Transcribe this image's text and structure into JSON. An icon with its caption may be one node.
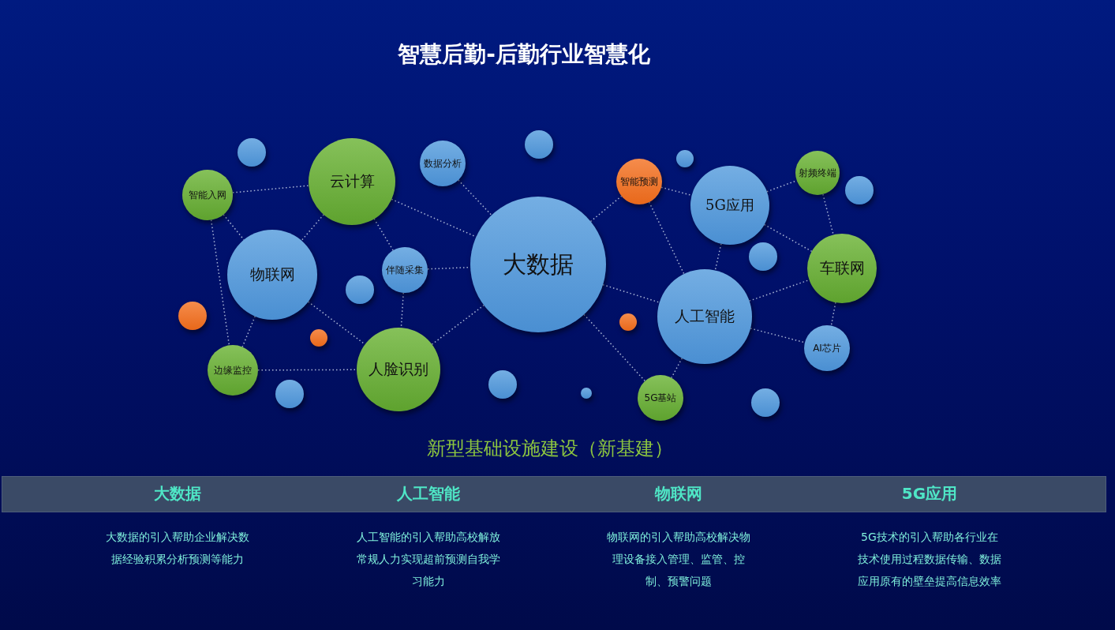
{
  "diagram": {
    "title": "智慧后勤-后勤行业智慧化",
    "nodes": [
      {
        "text": [
          "大数据"
        ]
      },
      {
        "text": [
          "云计算"
        ]
      },
      {
        "text": [
          "数据分析"
        ]
      },
      {
        "text": [
          "智能入网"
        ]
      },
      {
        "text": [
          "物联网"
        ]
      },
      {
        "text": [
          "伴随采集"
        ]
      },
      {
        "text": [
          "边缘监控"
        ]
      },
      {
        "text": [
          "人脸识别"
        ]
      },
      {
        "text": [
          "智能预测"
        ]
      },
      {
        "text": [
          "5G应用"
        ]
      },
      {
        "text": [
          "射频终端"
        ]
      },
      {
        "text": [
          "车联网"
        ]
      },
      {
        "text": [
          "人工智能"
        ]
      },
      {
        "text": [
          "AI芯片"
        ]
      },
      {
        "text": [
          "5G基站"
        ]
      },
      {
        "text": [],
        "shape": "circle"
      },
      {
        "text": [],
        "shape": "circle"
      },
      {
        "text": [],
        "shape": "circle"
      },
      {
        "text": [],
        "shape": "circle"
      },
      {
        "text": [],
        "shape": "circle"
      },
      {
        "text": [],
        "shape": "circle"
      },
      {
        "text": [],
        "shape": "circle"
      },
      {
        "text": [],
        "shape": "circle"
      },
      {
        "text": [],
        "shape": "circle"
      },
      {
        "text": [],
        "shape": "circle"
      },
      {
        "text": [],
        "shape": "circle"
      },
      {
        "text": [],
        "shape": "circle"
      },
      {
        "text": [],
        "shape": "circle"
      }
    ],
    "edges": [
      {
        "from": 3,
        "to": 1,
        "arrow": "none"
      },
      {
        "from": 3,
        "to": 4,
        "arrow": "none"
      },
      {
        "from": 3,
        "to": 6,
        "arrow": "none"
      },
      {
        "from": 1,
        "to": 4,
        "arrow": "none"
      },
      {
        "from": 1,
        "to": 5,
        "arrow": "none"
      },
      {
        "from": 1,
        "to": 0,
        "arrow": "none"
      },
      {
        "from": 2,
        "to": 0,
        "arrow": "none"
      },
      {
        "from": 5,
        "to": 0,
        "arrow": "none"
      },
      {
        "from": 5,
        "to": 7,
        "arrow": "none"
      },
      {
        "from": 4,
        "to": 7,
        "arrow": "none"
      },
      {
        "from": 4,
        "to": 6,
        "arrow": "none"
      },
      {
        "from": 6,
        "to": 7,
        "arrow": "none"
      },
      {
        "from": 7,
        "to": 0,
        "arrow": "none"
      },
      {
        "from": 0,
        "to": 8,
        "arrow": "none"
      },
      {
        "from": 8,
        "to": 9,
        "arrow": "none"
      },
      {
        "from": 8,
        "to": 12,
        "arrow": "none"
      },
      {
        "from": 0,
        "to": 12,
        "arrow": "none"
      },
      {
        "from": 9,
        "to": 12,
        "arrow": "none"
      },
      {
        "from": 9,
        "to": 10,
        "arrow": "none"
      },
      {
        "from": 9,
        "to": 11,
        "arrow": "none"
      },
      {
        "from": 10,
        "to": 11,
        "arrow": "none"
      },
      {
        "from": 12,
        "to": 11,
        "arrow": "none"
      },
      {
        "from": 12,
        "to": 13,
        "arrow": "none"
      },
      {
        "from": 11,
        "to": 13,
        "arrow": "none"
      },
      {
        "from": 12,
        "to": 14,
        "arrow": "none"
      },
      {
        "from": 0,
        "to": 14,
        "arrow": "none"
      }
    ],
    "labels": [
      "新型基础设施建设（新基建）",
      "大数据",
      "人工智能",
      "物联网",
      "5G应用",
      "大数据的引入帮助企业解决数据经验积累分析预测等能力",
      "人工智能的引入帮助高校解放常规人力实现超前预测自我学习能力",
      "物联网的引入帮助高校解决物理设备接入管理、监管、控制、预警问题",
      "5G技术的引入帮助各行业在技术使用过程数据传输、数据应用原有的壁垒提高信息效率"
    ]
  }
}
